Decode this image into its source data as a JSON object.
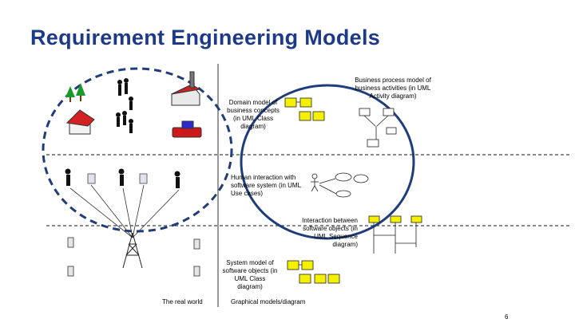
{
  "title": "Requirement Engineering Models",
  "labels": {
    "domain_model": "Domain model of business concepts (in UML Class diagram)",
    "business_process": "Business process model of business activities (in UML Activity diagram)",
    "human_interaction": "Human interaction with software system (in UML Use cases)",
    "interaction_objects": "Interaction between software objects (in UML Sequence diagram)",
    "system_model": "System model of software objects (in UML Class diagram)",
    "real_world": "The real world",
    "graphical_models": "Graphical models/diagram"
  },
  "page_number": "6",
  "colors": {
    "title": "#1d3a8a",
    "circles": "#1f3d7a",
    "class_box": "#f4f000",
    "class_border": "#222222"
  }
}
